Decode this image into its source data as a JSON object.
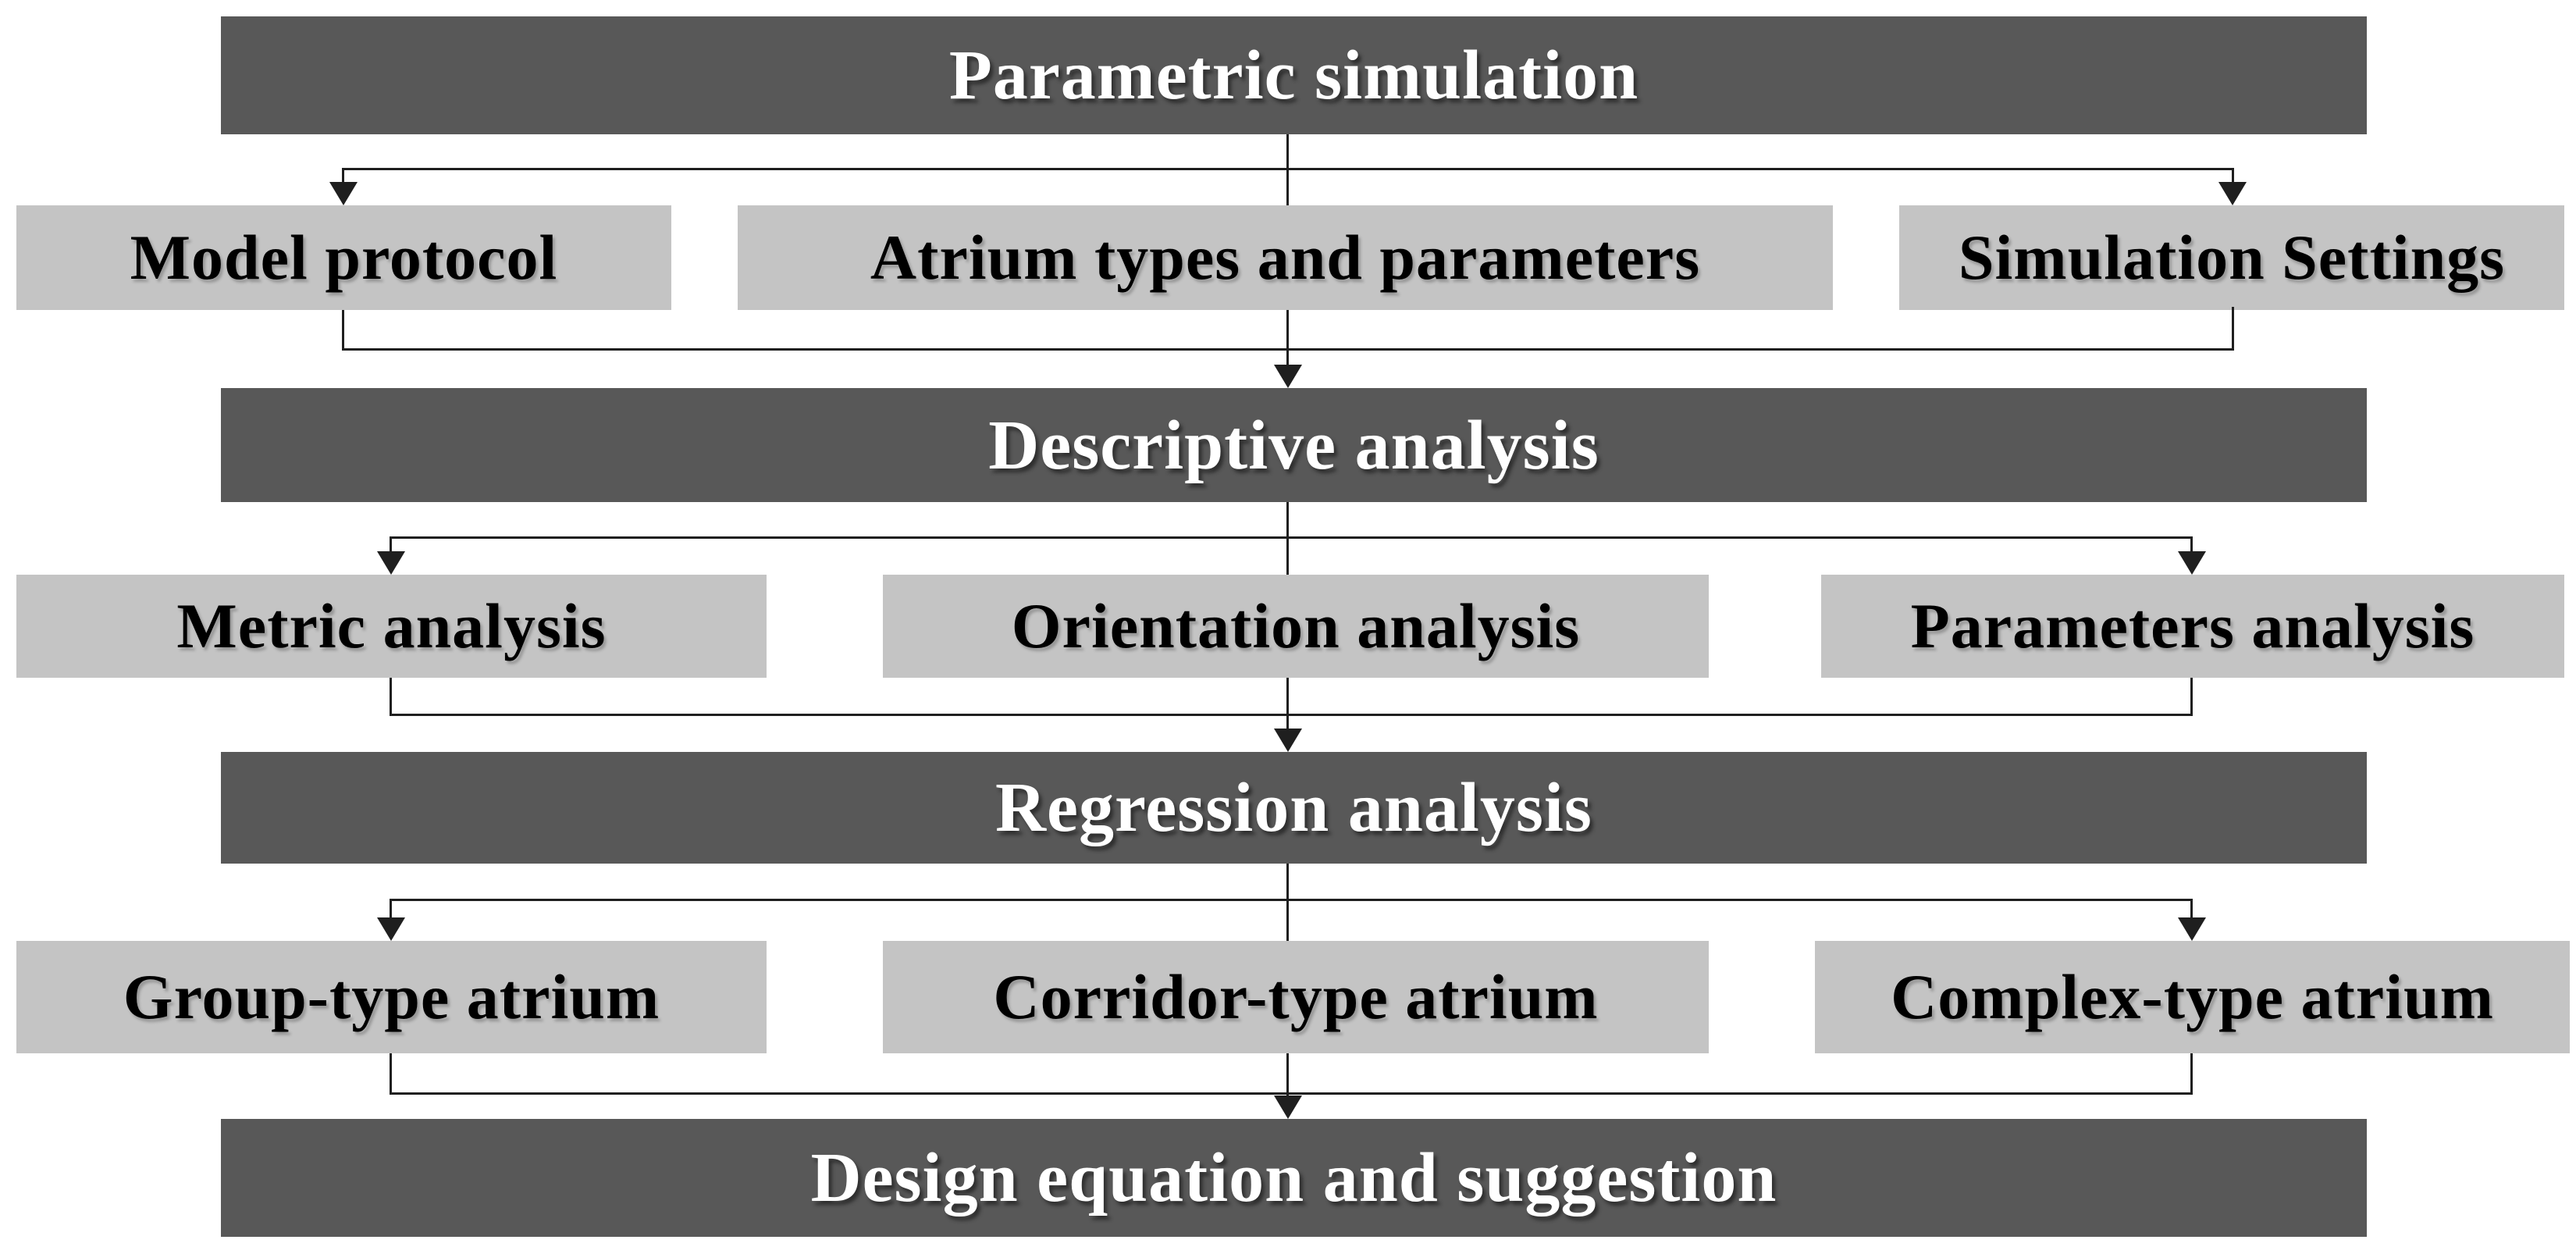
{
  "figure": {
    "type": "flowchart",
    "background": "#ffffff",
    "colors": {
      "stage_fill": "#585858",
      "stage_text": "#ffffff",
      "option_fill": "#c4c4c4",
      "option_text": "#000000",
      "connector": "#1f1f1f"
    },
    "levels": [
      {
        "kind": "stage",
        "label": "Parametric simulation"
      },
      {
        "kind": "options",
        "items": [
          {
            "label": "Model protocol"
          },
          {
            "label": "Atrium types and parameters"
          },
          {
            "label": "Simulation Settings"
          }
        ]
      },
      {
        "kind": "stage",
        "label": "Descriptive analysis"
      },
      {
        "kind": "options",
        "items": [
          {
            "label": "Metric analysis"
          },
          {
            "label": "Orientation analysis"
          },
          {
            "label": "Parameters analysis"
          }
        ]
      },
      {
        "kind": "stage",
        "label": "Regression analysis"
      },
      {
        "kind": "options",
        "items": [
          {
            "label": "Group-type atrium"
          },
          {
            "label": "Corridor-type atrium"
          },
          {
            "label": "Complex-type atrium"
          }
        ]
      },
      {
        "kind": "stage",
        "label": "Design equation and suggestion"
      }
    ]
  }
}
